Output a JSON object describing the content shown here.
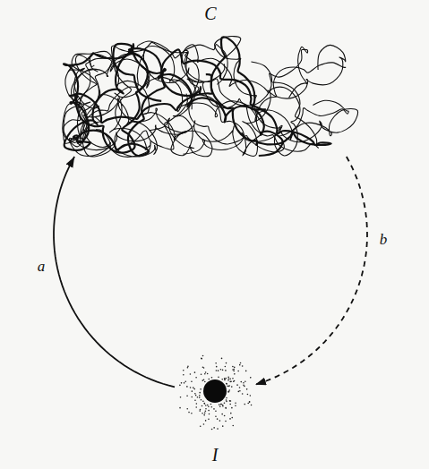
{
  "diagram": {
    "nodes": [
      {
        "text": [
          "C"
        ]
      },
      {
        "text": [
          "I"
        ]
      }
    ],
    "edges": [
      {
        "from": 1,
        "to": 0,
        "arrow": "to",
        "label": "a"
      },
      {
        "from": 0,
        "to": 1,
        "arrow": "to",
        "label": "b"
      }
    ]
  }
}
